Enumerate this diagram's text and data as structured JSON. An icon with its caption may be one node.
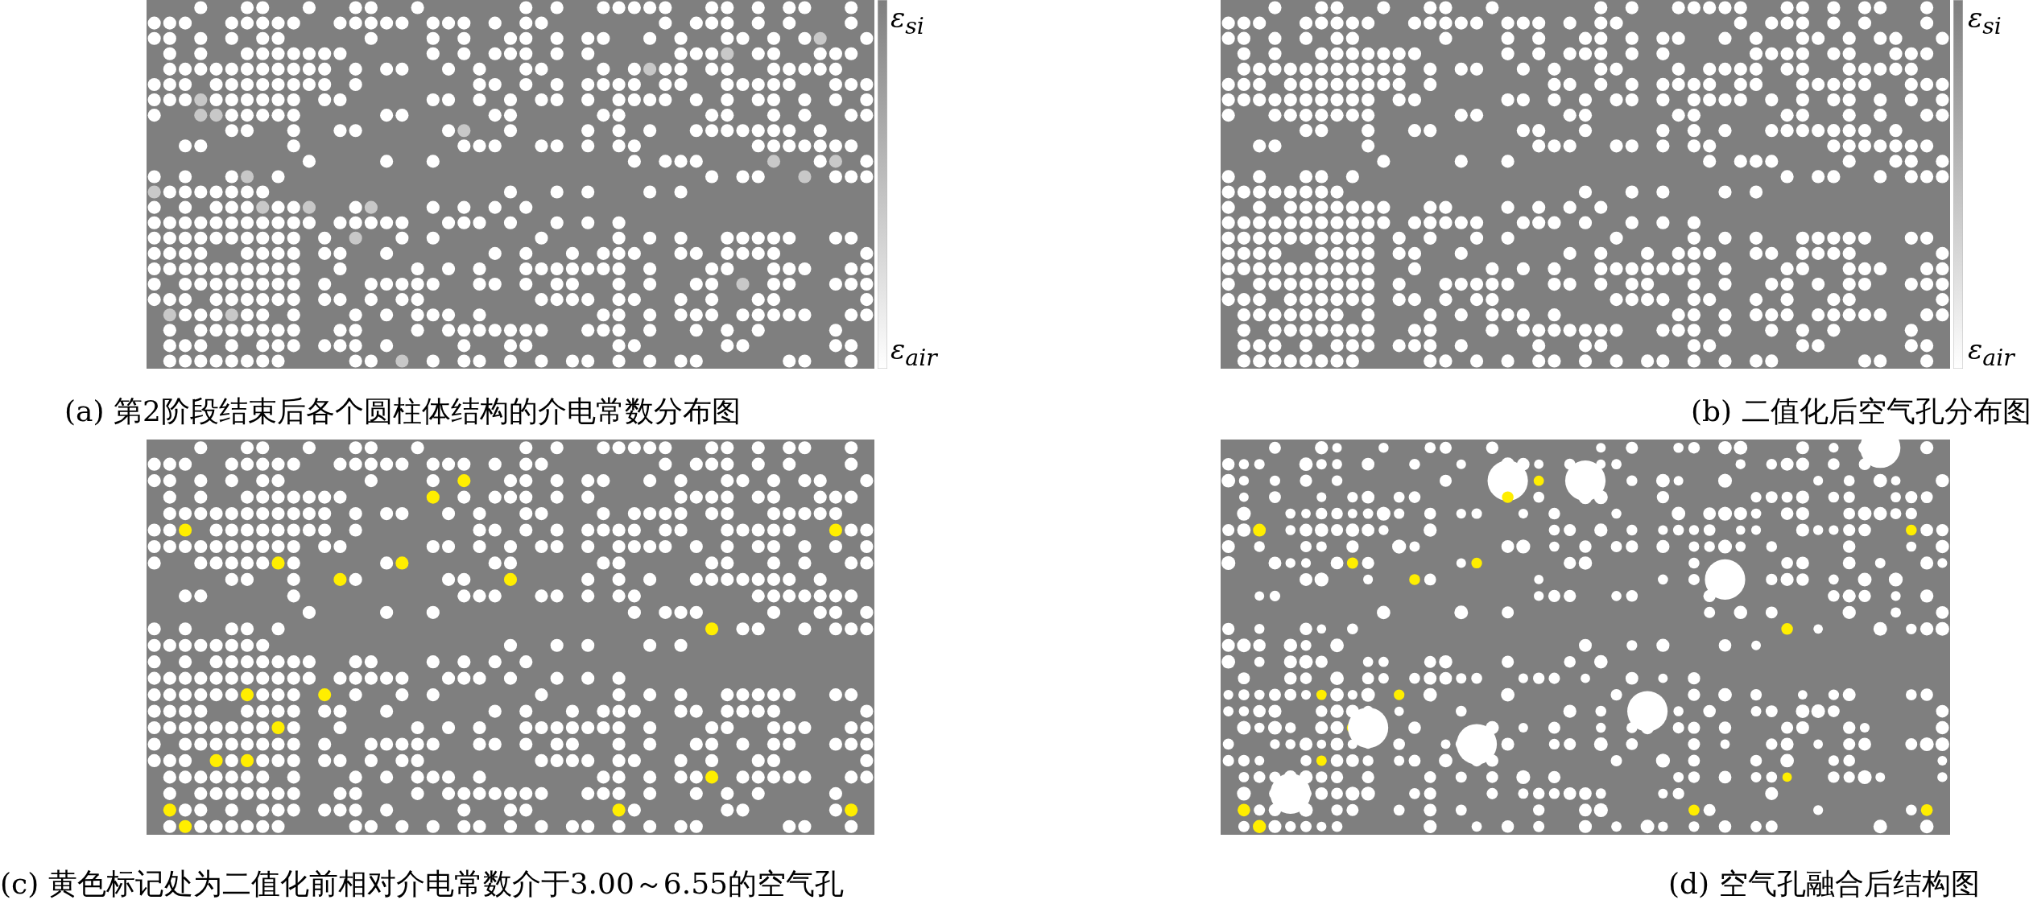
{
  "diagram": {
    "labels": [
      "ε$_{si}$",
      "ε$_{si}$",
      "ε$_{air}$",
      "ε$_{air}$",
      "(a) 第2阶段结束后各个圆柱体结构的介电常数分布图",
      "(b) 二值化后空气孔分布图",
      "(c) 黄色标记处为二值化前相对介电常数介于3.00～6.55的空气孔",
      "(d) 空气孔融合后结构图"
    ]
  }
}
